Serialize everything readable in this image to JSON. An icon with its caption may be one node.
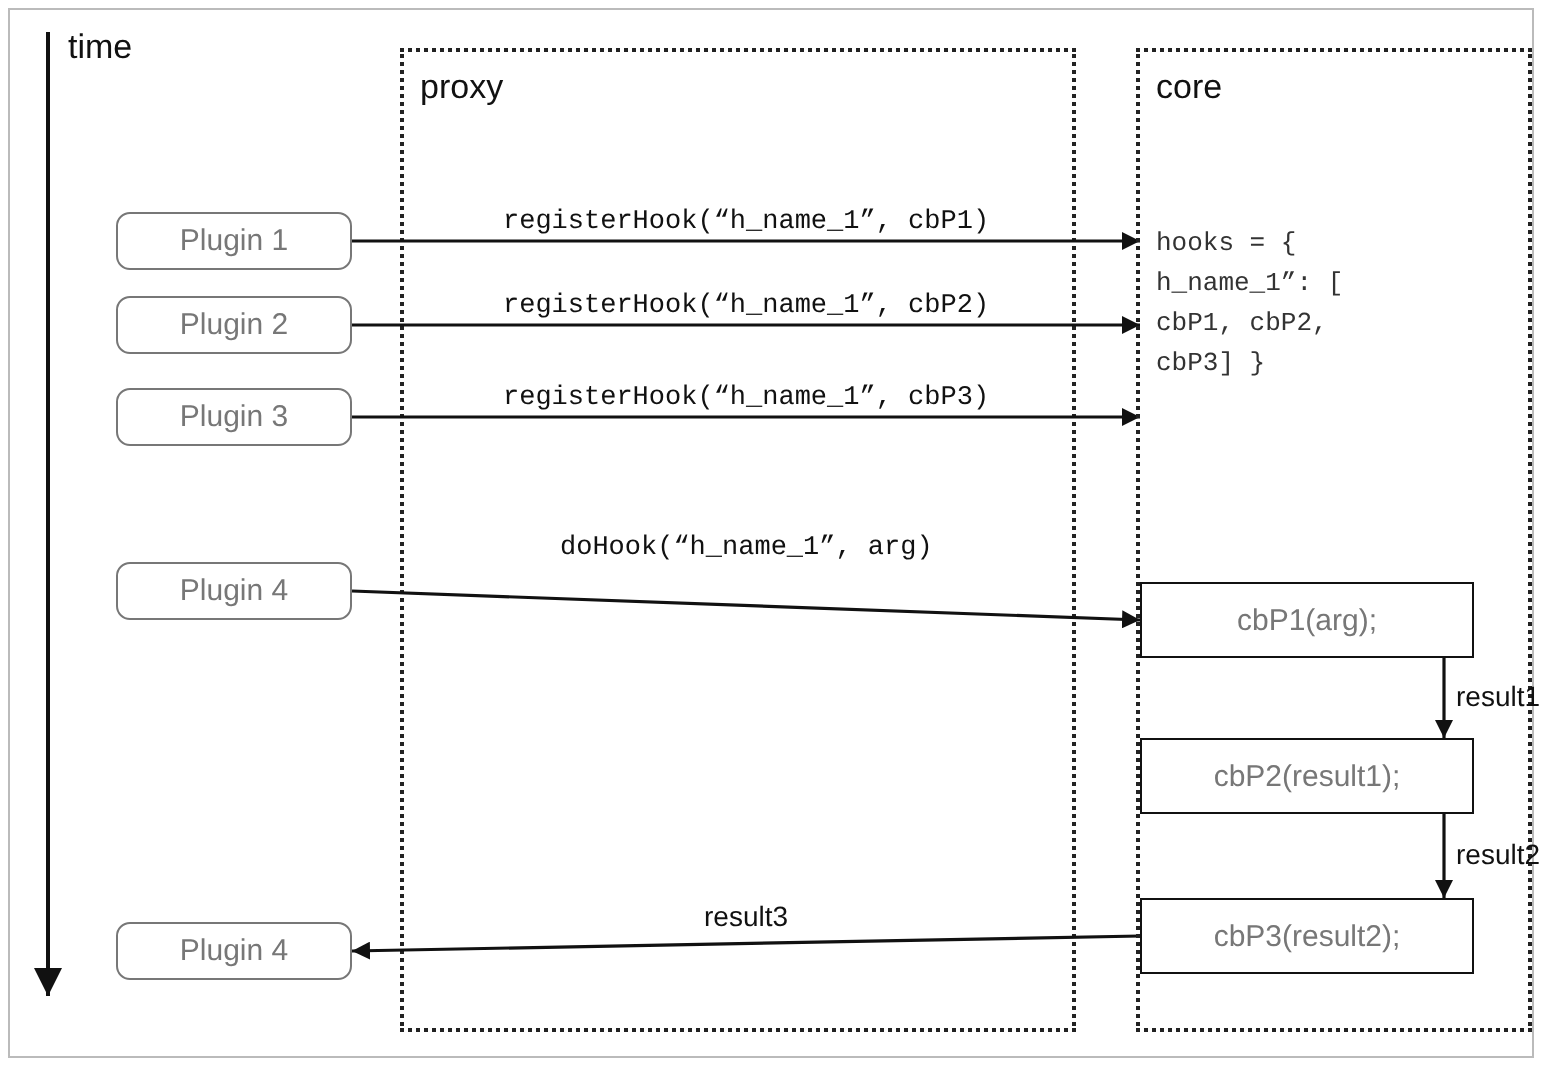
{
  "diagram": {
    "nodes": [
      {
        "text": [
          "core"
        ]
      },
      {
        "text": [
          "Plugin 1"
        ]
      },
      {
        "text": [
          "Plugin 2"
        ]
      },
      {
        "text": [
          "Plugin 3"
        ]
      },
      {
        "text": [
          "Plugin 4"
        ]
      },
      {
        "text": [
          "Plugin 4"
        ]
      },
      {
        "text": [
          "hooks = { h_name_1”: [ cbP1, cbP2, cbP3] }"
        ],
        "in": 0
      },
      {
        "text": [
          "cbP1(arg);"
        ],
        "in": 0
      },
      {
        "text": [
          "cbP2(result1);"
        ],
        "in": 0
      },
      {
        "text": [
          "cbP3(result2);"
        ],
        "in": 0
      }
    ],
    "edges": [
      {
        "from": 1,
        "to": 6,
        "arrow": "to",
        "label": "registerHook(“h_name_1”, cbP1)"
      },
      {
        "from": 2,
        "to": 6,
        "arrow": "to",
        "label": "registerHook(“h_name_1”, cbP2)"
      },
      {
        "from": 3,
        "to": 6,
        "arrow": "to",
        "label": "registerHook(“h_name_1”, cbP3)"
      },
      {
        "from": 4,
        "to": 7,
        "arrow": "to",
        "label": "doHook(“h_name_1”, arg)"
      },
      {
        "from": 7,
        "to": 8,
        "arrow": "to",
        "label": "result1"
      },
      {
        "from": 8,
        "to": 9,
        "arrow": "to",
        "label": "result2"
      },
      {
        "from": 9,
        "to": 5,
        "arrow": "to",
        "label": "result3"
      }
    ],
    "labels": [
      "time",
      "proxy"
    ]
  }
}
